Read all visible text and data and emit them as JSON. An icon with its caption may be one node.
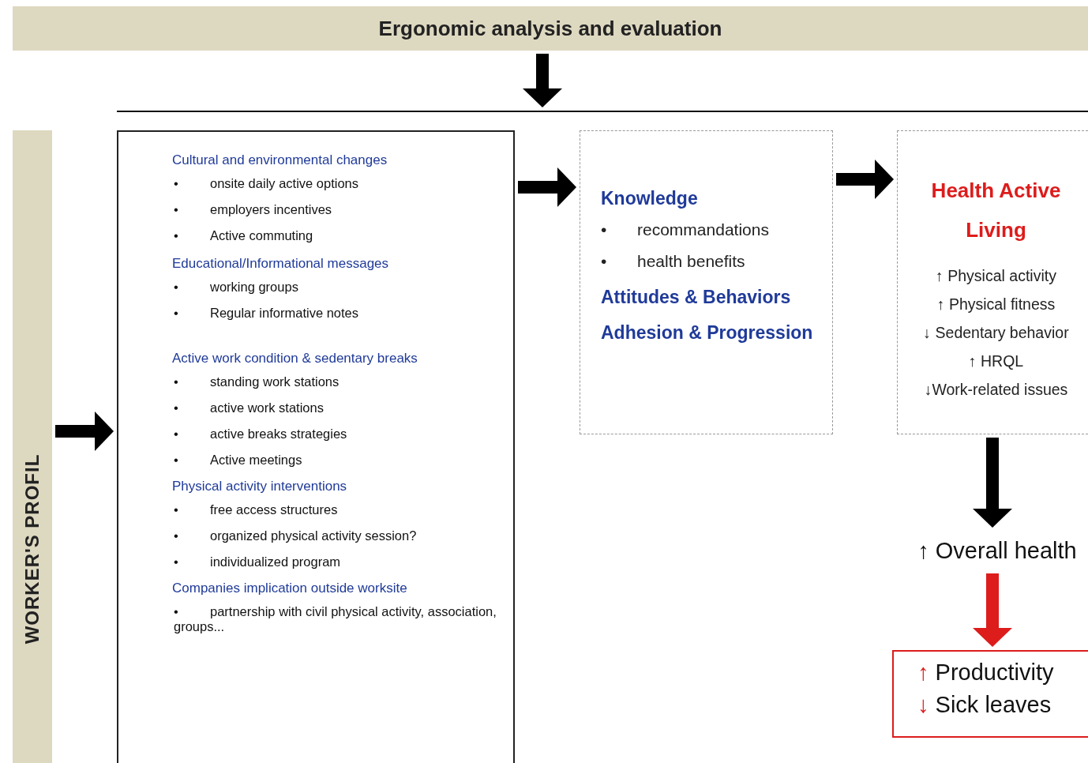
{
  "diagram": {
    "nodes": [
      {
        "text": [
          "Ergonomic analysis and evaluation"
        ]
      },
      {
        "text": [],
        "shape": "bar"
      },
      {
        "text": [
          "WORKER'S PROFIL"
        ]
      },
      {
        "text": [
          "Cultural and environmental changes",
          "• onsite daily active options",
          "• employers incentives",
          "• Active commuting",
          "Educational/Informational messages",
          "• working groups",
          "• Regular informative notes",
          "Active work condition & sedentary breaks",
          "• standing work stations",
          "• active work stations",
          "• active breaks strategies",
          "• Active meetings",
          "Physical activity interventions",
          "• free access structures",
          "• organized physical activity session?",
          "• individualized program",
          "Companies implication outside worksite",
          "• partnership with civil physical activity, association, groups..."
        ]
      },
      {
        "text": [
          "Knowledge",
          "• recommandations",
          "• health benefits",
          "Attitudes & Behaviors",
          "Adhesion & Progression"
        ]
      },
      {
        "text": [
          "Health Active Living",
          "↑ Physical activity",
          "↑ Physical fitness",
          "↓ Sedentary behavior",
          "↑ HRQL",
          "↓Work-related issues"
        ]
      },
      {
        "text": [
          "↑ Overall health"
        ]
      },
      {
        "text": [
          "↑ Productivity",
          "↓ Sick leaves"
        ]
      }
    ],
    "edges": [
      {
        "from": 0,
        "to": 1,
        "arrow": "to"
      },
      {
        "from": 2,
        "to": 3,
        "arrow": "to"
      },
      {
        "from": 3,
        "to": 4,
        "arrow": "to"
      },
      {
        "from": 4,
        "to": 5,
        "arrow": "to"
      },
      {
        "from": 5,
        "to": 6,
        "arrow": "to"
      },
      {
        "from": 6,
        "to": 7,
        "arrow": "to",
        "color": "#dd1c1c"
      }
    ]
  }
}
